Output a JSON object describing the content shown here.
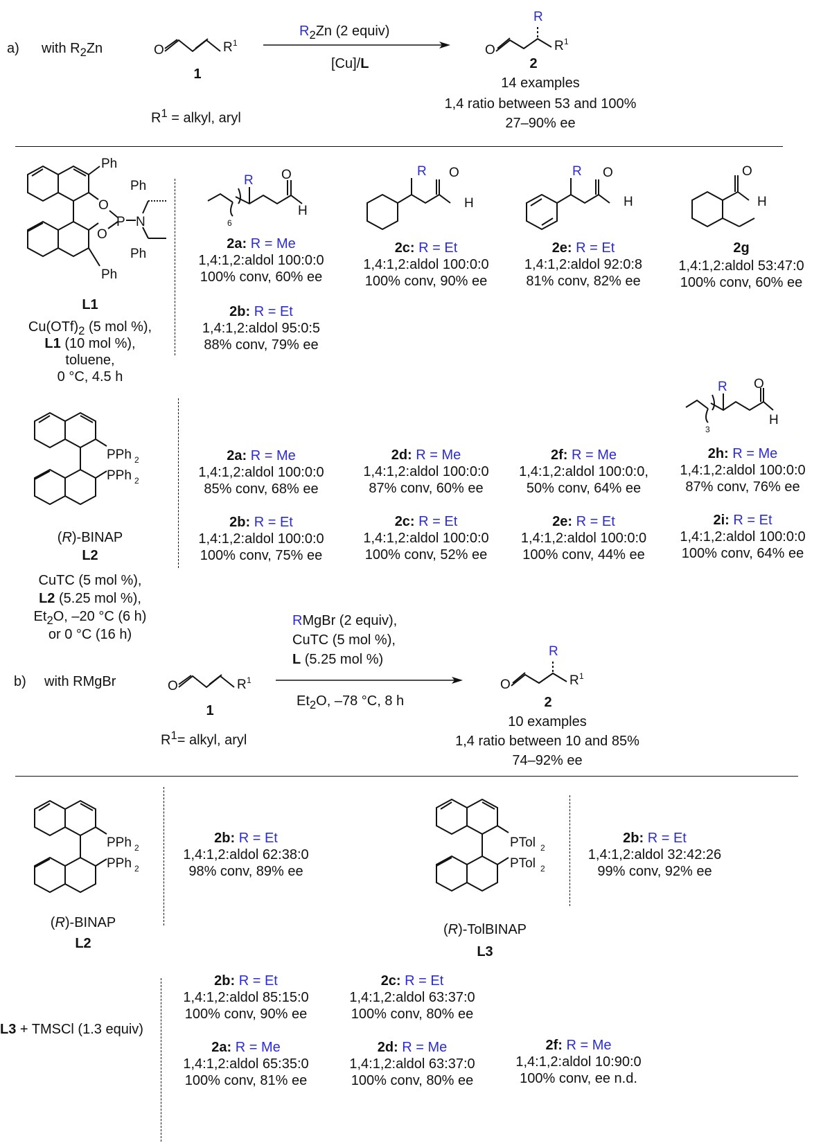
{
  "part_a": {
    "label": "a)",
    "reagent_prefix": "with R",
    "reagent_sub": "2",
    "reagent_suffix": "Zn",
    "conditions_top_R": "R",
    "conditions_top_sub": "2",
    "conditions_top_rest": "Zn (2 equiv)",
    "conditions_bottom_pre": "[Cu]/",
    "conditions_bottom_bold": "L",
    "substrate_number": "1",
    "product_number": "2",
    "r1_note_pre": "R",
    "r1_note_sup": "1",
    "r1_note_rest": " = alkyl, aryl",
    "summary": [
      "14 examples",
      "1,4 ratio between 53 and 100%",
      "27–90% ee"
    ]
  },
  "ligand_L1": {
    "label": "L1",
    "conditions": [
      "Cu(OTf)",
      "(10 mol %),",
      "toluene,",
      "0 °C, 4.5 h"
    ],
    "cu_sub": "2",
    "cu_rest": " (5 mol %),",
    "l1_bold": "L1"
  },
  "row1": [
    {
      "id": "2a:",
      "r": "R = Me",
      "lines": [
        "1,4:1,2:aldol 100:0:0",
        "100% conv, 60% ee"
      ]
    },
    {
      "id": "2b:",
      "r": "R = Et",
      "lines": [
        "1,4:1,2:aldol 95:0:5",
        "88% conv, 79% ee"
      ]
    },
    {
      "id": "2c:",
      "r": "R = Et",
      "lines": [
        "1,4:1,2:aldol 100:0:0",
        "100% conv, 90% ee"
      ]
    },
    {
      "id": "2e:",
      "r": "R = Et",
      "lines": [
        "1,4:1,2:aldol 92:0:8",
        "81% conv, 82% ee"
      ]
    },
    {
      "id": "2g",
      "r": "",
      "lines": [
        "1,4:1,2:aldol 53:47:0",
        "100% conv, 60% ee"
      ]
    }
  ],
  "ligand_L2": {
    "name_pre": "(",
    "name_it": "R",
    "name_post": ")-BINAP",
    "label": "L2",
    "conditions": [
      "CuTC (5 mol %),",
      "(5.25 mol %),",
      "Et",
      "O, –20 °C (6 h)",
      "or 0 °C (16 h)"
    ],
    "l2_bold": "L2",
    "et_sub": "2"
  },
  "row2": [
    {
      "id": "2a:",
      "r": "R = Me",
      "lines": [
        "1,4:1,2:aldol 100:0:0",
        "85% conv, 68% ee"
      ]
    },
    {
      "id": "2b:",
      "r": "R = Et",
      "lines": [
        "1,4:1,2:aldol 100:0:0",
        "100% conv, 75% ee"
      ]
    },
    {
      "id": "2d:",
      "r": "R = Me",
      "lines": [
        "1,4:1,2:aldol 100:0:0",
        "87% conv, 60% ee"
      ]
    },
    {
      "id": "2c:",
      "r": "R = Et",
      "lines": [
        "1,4:1,2:aldol 100:0:0",
        "100% conv, 52% ee"
      ]
    },
    {
      "id": "2f:",
      "r": "R = Me",
      "lines": [
        "1,4:1,2:aldol 100:0:0,",
        "50% conv,  64% ee"
      ]
    },
    {
      "id": "2e:",
      "r": "R = Et",
      "lines": [
        "1,4:1,2:aldol 100:0:0",
        "100% conv, 44% ee"
      ]
    },
    {
      "id": "2h:",
      "r": "R = Me",
      "lines": [
        "1,4:1,2:aldol 100:0:0",
        "87% conv, 76% ee"
      ]
    },
    {
      "id": "2i:",
      "r": "R = Et",
      "lines": [
        "1,4:1,2:aldol 100:0:0",
        "100% conv, 64% ee"
      ]
    }
  ],
  "part_b": {
    "label": "b)",
    "reagent": "with RMgBr",
    "cond_R": "R",
    "cond_1": "MgBr (2 equiv),",
    "cond_2": "CuTC (5 mol %),",
    "cond_3_bold": "L",
    "cond_3": " (5.25 mol %)",
    "cond_4_pre": "Et",
    "cond_4_sub": "2",
    "cond_4_post": "O, –78 °C, 8 h",
    "substrate_number": "1",
    "product_number": "2",
    "r1_note_pre": "R",
    "r1_note_sup": "1",
    "r1_note_rest": "= alkyl, aryl",
    "summary": [
      "10 examples",
      "1,4 ratio between 10 and 85%",
      "74–92% ee"
    ]
  },
  "row3": [
    {
      "id": "2b:",
      "r": "R = Et",
      "lines": [
        "1,4:1,2:aldol 62:38:0",
        "98% conv, 89% ee"
      ]
    },
    {
      "id": "2b:",
      "r": "R = Et",
      "lines": [
        "1,4:1,2:aldol 32:42:26",
        "99% conv, 92% ee"
      ]
    }
  ],
  "ligand_L3": {
    "name_pre": "(",
    "name_it": "R",
    "name_post": ")-TolBINAP",
    "label": "L3"
  },
  "tmscl": {
    "bold": "L3",
    "rest": " + TMSCl (1.3 equiv)"
  },
  "row4": [
    {
      "id": "2b:",
      "r": "R = Et",
      "lines": [
        "1,4:1,2:aldol 85:15:0",
        "100% conv, 90% ee"
      ]
    },
    {
      "id": "2c:",
      "r": "R = Et",
      "lines": [
        "1,4:1,2:aldol 63:37:0",
        "100% conv, 80% ee"
      ]
    },
    {
      "id": "2a:",
      "r": "R = Me",
      "lines": [
        "1,4:1,2:aldol 65:35:0",
        "100% conv, 81% ee"
      ]
    },
    {
      "id": "2d:",
      "r": "R = Me",
      "lines": [
        "1,4:1,2:aldol 63:37:0",
        "100% conv, 80% ee"
      ]
    },
    {
      "id": "2f:",
      "r": "R = Me",
      "lines": [
        "1,4:1,2:aldol 10:90:0",
        "100% conv, ee n.d."
      ]
    }
  ],
  "atoms": {
    "O": "O",
    "R": "R",
    "R1": "R",
    "one": "1",
    "H": "H",
    "Ph": "Ph",
    "P": "P",
    "N": "N",
    "PPh": "PPh",
    "two": "2",
    "PTol": "PTol",
    "six": "6",
    "three": "3"
  }
}
